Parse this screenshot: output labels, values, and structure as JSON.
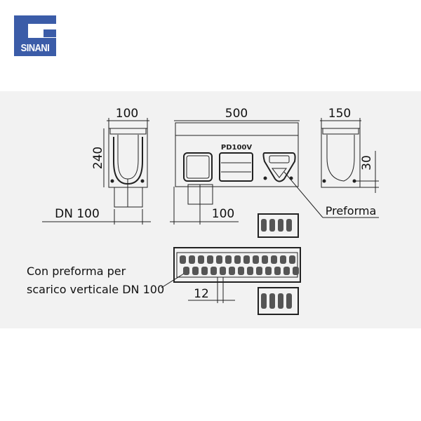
{
  "logo": {
    "brand": "SINANI",
    "color": "#3b5ca8"
  },
  "drawing": {
    "front_width": "100",
    "front_height": "240",
    "outlet": "DN 100",
    "side_length": "500",
    "model": "PD100V",
    "outlet_offset": "100",
    "end_width": "150",
    "end_height": "30",
    "preforma_label": "Preforma",
    "note_line1": "Con preforma per",
    "note_line2": "scarico verticale DN 100",
    "slot": "12"
  }
}
